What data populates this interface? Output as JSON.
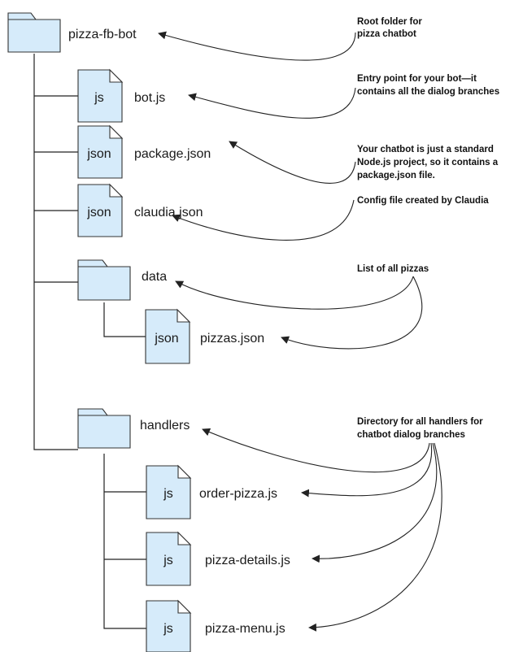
{
  "tree": {
    "root": {
      "name": "pizza-fb-bot"
    },
    "bot": {
      "name": "bot.js",
      "ext": "js"
    },
    "package": {
      "name": "package.json",
      "ext": "json"
    },
    "claudia": {
      "name": "claudia.json",
      "ext": "json"
    },
    "data": {
      "name": "data"
    },
    "pizzas": {
      "name": "pizzas.json",
      "ext": "json"
    },
    "handlers": {
      "name": "handlers"
    },
    "order": {
      "name": "order-pizza.js",
      "ext": "js"
    },
    "details": {
      "name": "pizza-details.js",
      "ext": "js"
    },
    "menu": {
      "name": "pizza-menu.js",
      "ext": "js"
    }
  },
  "annotations": {
    "root": [
      "Root folder for",
      "pizza chatbot"
    ],
    "bot": [
      "Entry point for your bot—it",
      "contains all the dialog branches"
    ],
    "package": [
      "Your chatbot is just a standard",
      "Node.js project, so it contains a",
      "package.json file."
    ],
    "claudia": [
      "Config file created by Claudia"
    ],
    "pizzas": [
      "List of all pizzas"
    ],
    "handlers": [
      "Directory for all handlers for",
      "chatbot dialog branches"
    ]
  }
}
